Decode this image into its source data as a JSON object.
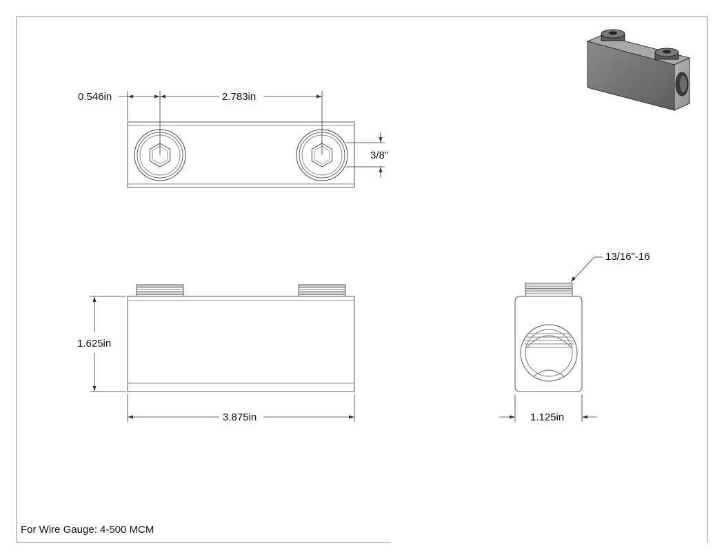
{
  "drawing": {
    "top_view": {
      "hole_offset_label": "0.546in",
      "hole_spacing_label": "2.783in",
      "hex_label": "3/8\""
    },
    "front_view": {
      "height_label": "1.625in",
      "length_label": "3.875in"
    },
    "side_view": {
      "thread_label": "13/16\"-16",
      "width_label": "1.125in"
    },
    "note": "For Wire Gauge: 4-500 MCM"
  }
}
